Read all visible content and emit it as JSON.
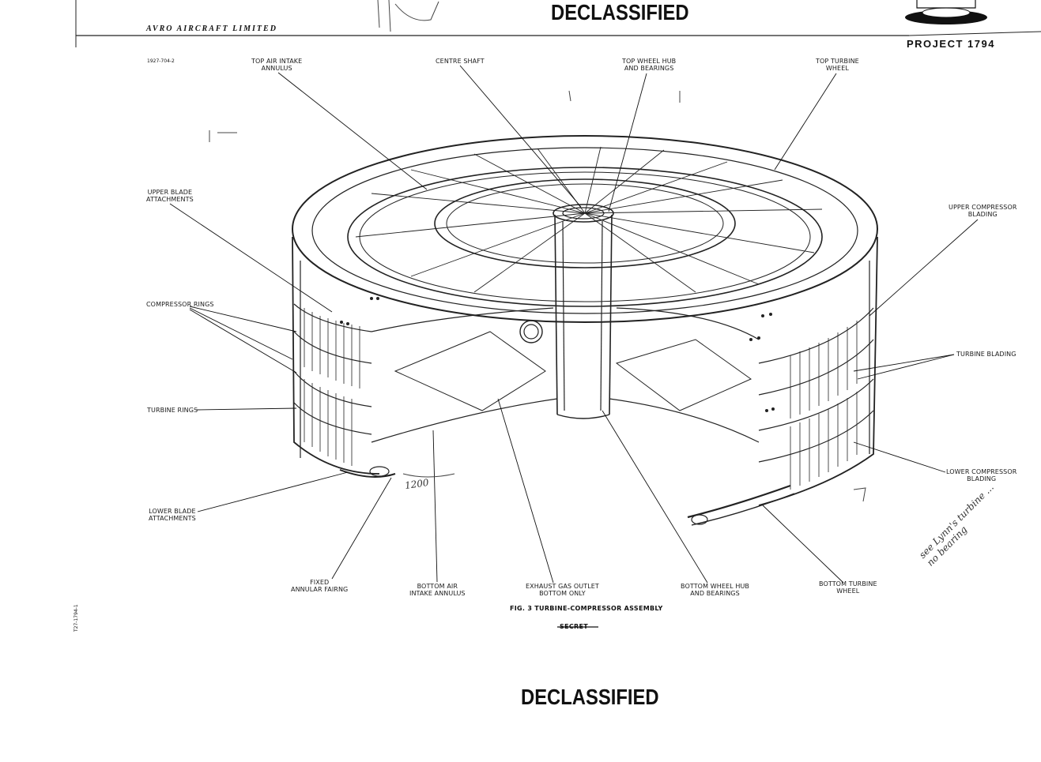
{
  "header": {
    "company": "AVRO AIRCRAFT LIMITED",
    "stamp_top": "DECLASSIFIED",
    "project": "PROJECT 1794",
    "drawing_no": "1927-704-2"
  },
  "callouts": {
    "top_air_intake_annulus": "TOP AIR INTAKE\nANNULUS",
    "centre_shaft": "CENTRE SHAFT",
    "top_wheel_hub": "TOP WHEEL HUB\nAND BEARINGS",
    "top_turbine_wheel": "TOP TURBINE\nWHEEL",
    "upper_blade_attachments": "UPPER BLADE\nATTACHMENTS",
    "upper_compressor_blading": "UPPER COMPRESSOR\nBLADING",
    "compressor_rings": "COMPRESSOR RINGS",
    "turbine_blading": "TURBINE BLADING",
    "turbine_rings": "TURBINE RINGS",
    "lower_compressor_blading": "LOWER COMPRESSOR\nBLADING",
    "lower_blade_attachments": "LOWER BLADE\nATTACHMENTS",
    "fixed_annular_fairng": "FIXED\nANNULAR FAIRNG",
    "bottom_air_intake_annulus": "BOTTOM AIR\nINTAKE ANNULUS",
    "exhaust_gas_outlet": "EXHAUST GAS OUTLET\nBOTTOM ONLY",
    "bottom_wheel_hub": "BOTTOM WHEEL HUB\nAND BEARINGS",
    "bottom_turbine_wheel": "BOTTOM TURBINE\nWHEEL"
  },
  "footer": {
    "figure_caption": "FIG. 3   TURBINE-COMPRESSOR ASSEMBLY",
    "secret": "SECRET",
    "stamp_bottom": "DECLASSIFIED",
    "side_code": "T27-1794-1"
  },
  "handwriting": {
    "note_1200": "1200",
    "margin_note": "see Lynn's turbine ... no bearing"
  }
}
